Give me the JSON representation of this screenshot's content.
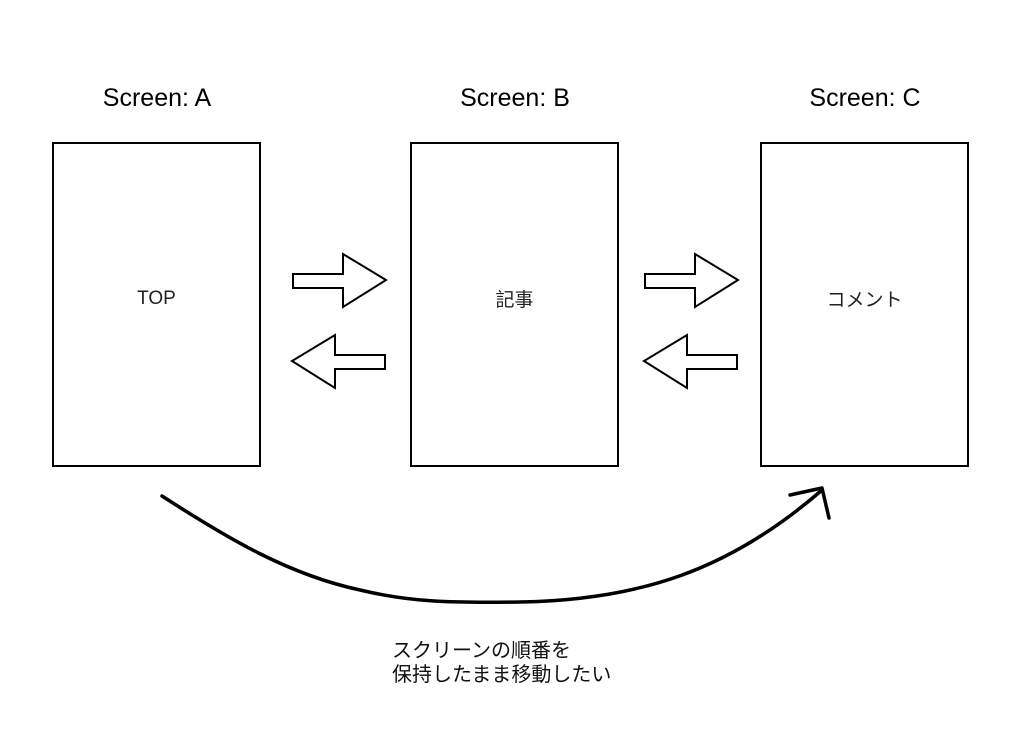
{
  "screens": [
    {
      "title": "Screen: A",
      "label": "TOP"
    },
    {
      "title": "Screen: B",
      "label": "記事"
    },
    {
      "title": "Screen: C",
      "label": "コメント"
    }
  ],
  "note": {
    "line1": "スクリーンの順番を",
    "line2": "保持したまま移動したい"
  }
}
